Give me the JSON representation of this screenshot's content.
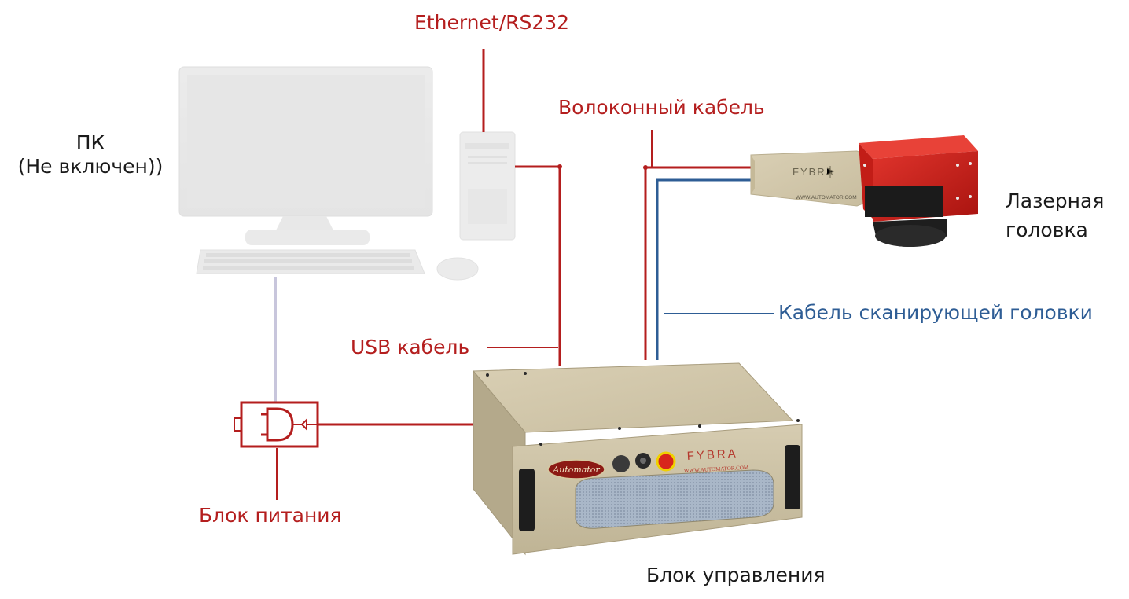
{
  "labels": {
    "ethernet": "Ethernet/RS232",
    "pc_line1": "ПК",
    "pc_line2": "(Не включен))",
    "fiber_cable": "Волоконный кабель",
    "laser_head_line1": "Лазерная",
    "laser_head_line2": "головка",
    "scanner_cable": "Кабель сканирующей головки",
    "usb_cable": "USB кабель",
    "power_unit": "Блок питания",
    "control_unit": "Блок управления"
  },
  "brand": {
    "laser_logo": "FYBRA",
    "laser_url": "WWW.AUTOMATOR.COM",
    "panel_badge": "Automator",
    "panel_logo": "FYBRA",
    "panel_url": "WWW.AUTOMATOR.COM"
  },
  "colors": {
    "red_cable": "#b41e1e",
    "blue_cable": "#2e5d95",
    "label_red": "#b41e1e",
    "label_blue": "#2e5d95"
  }
}
